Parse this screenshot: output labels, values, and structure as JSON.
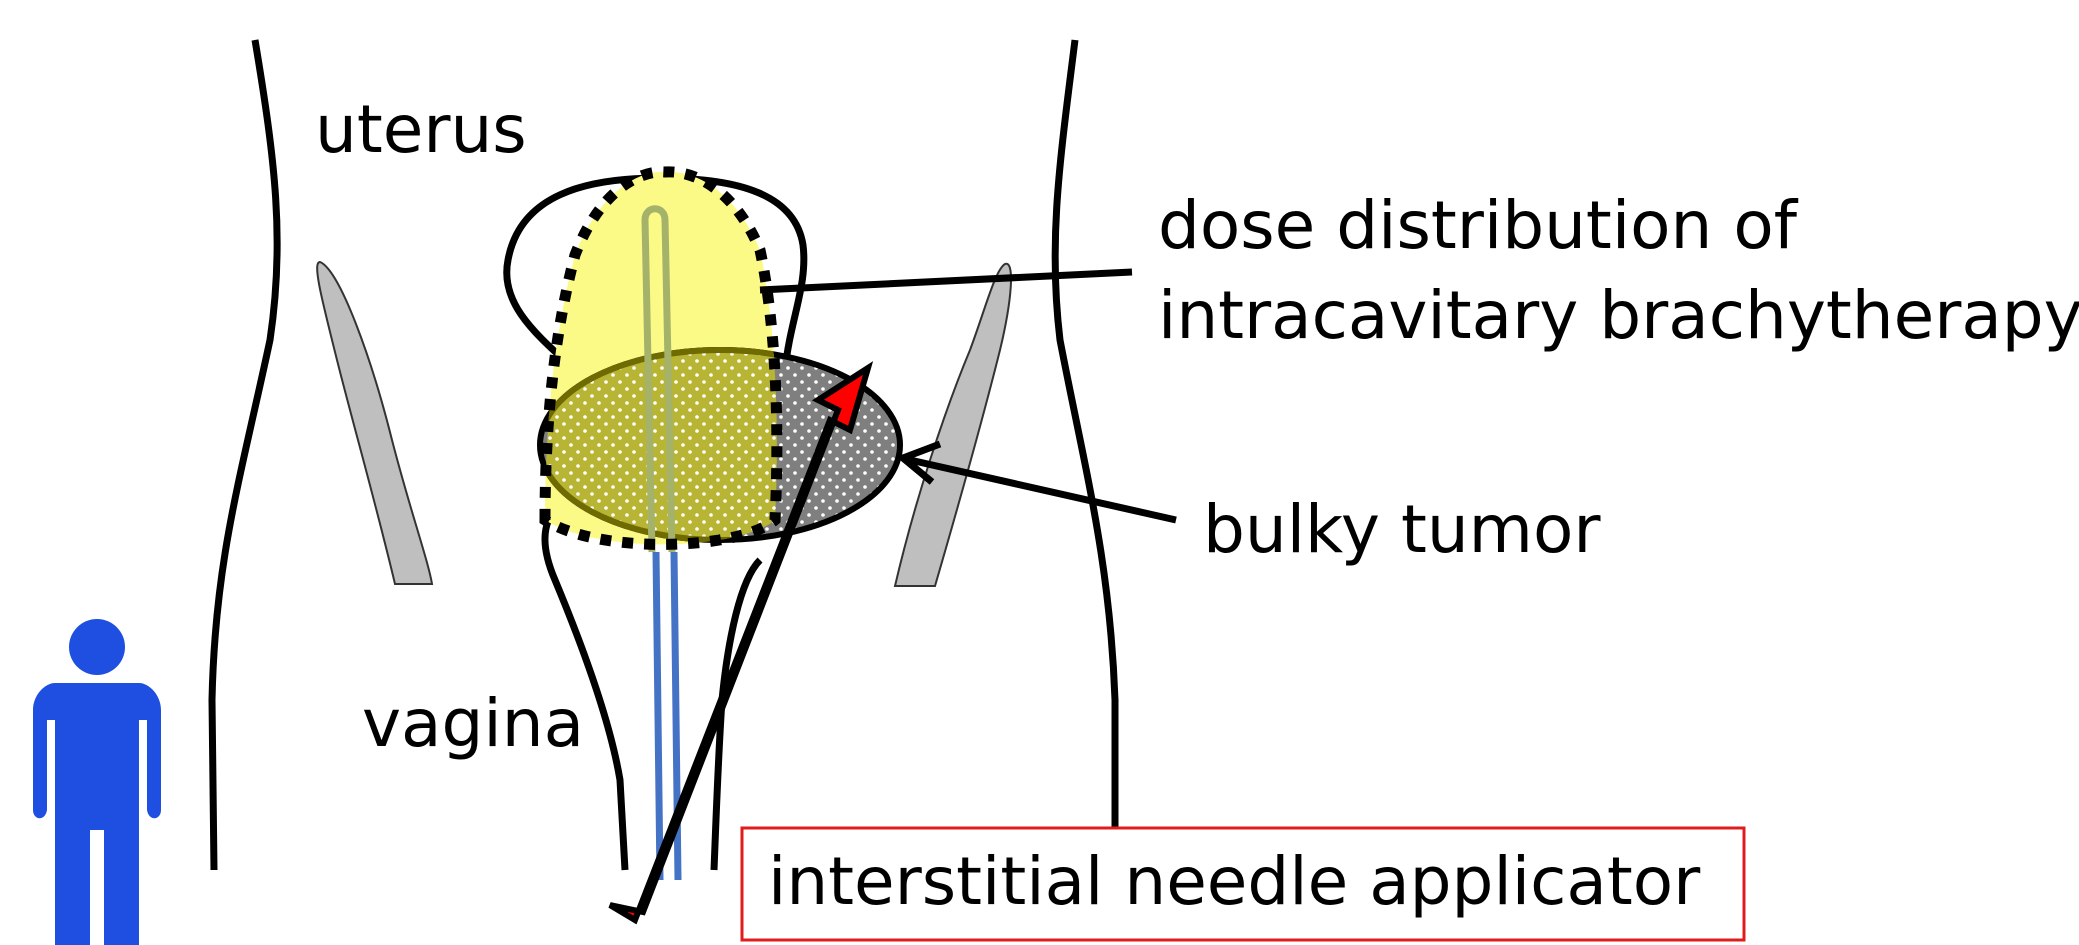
{
  "labels": {
    "uterus": "uterus",
    "dose_line1": "dose distribution of",
    "dose_line2": "intracavitary brachytherapy",
    "bulky_tumor": "bulky tumor",
    "vagina": "vagina",
    "needle": "interstitial needle applicator"
  },
  "colors": {
    "dose_region": "#fbfa86",
    "tumor": "#7f7f7f",
    "tumor_overlap": "#b8b434",
    "tumor_outline": "#6f6b00",
    "needle_arrow": "#ff0000",
    "tandem": "#4472c4",
    "bone": "#bfbfbf",
    "person_icon": "#1f4fe0",
    "label_box_border": "#e01b1b"
  },
  "icons": {
    "person": "person-icon",
    "femur_left": "bone-shape",
    "femur_right": "bone-shape"
  }
}
